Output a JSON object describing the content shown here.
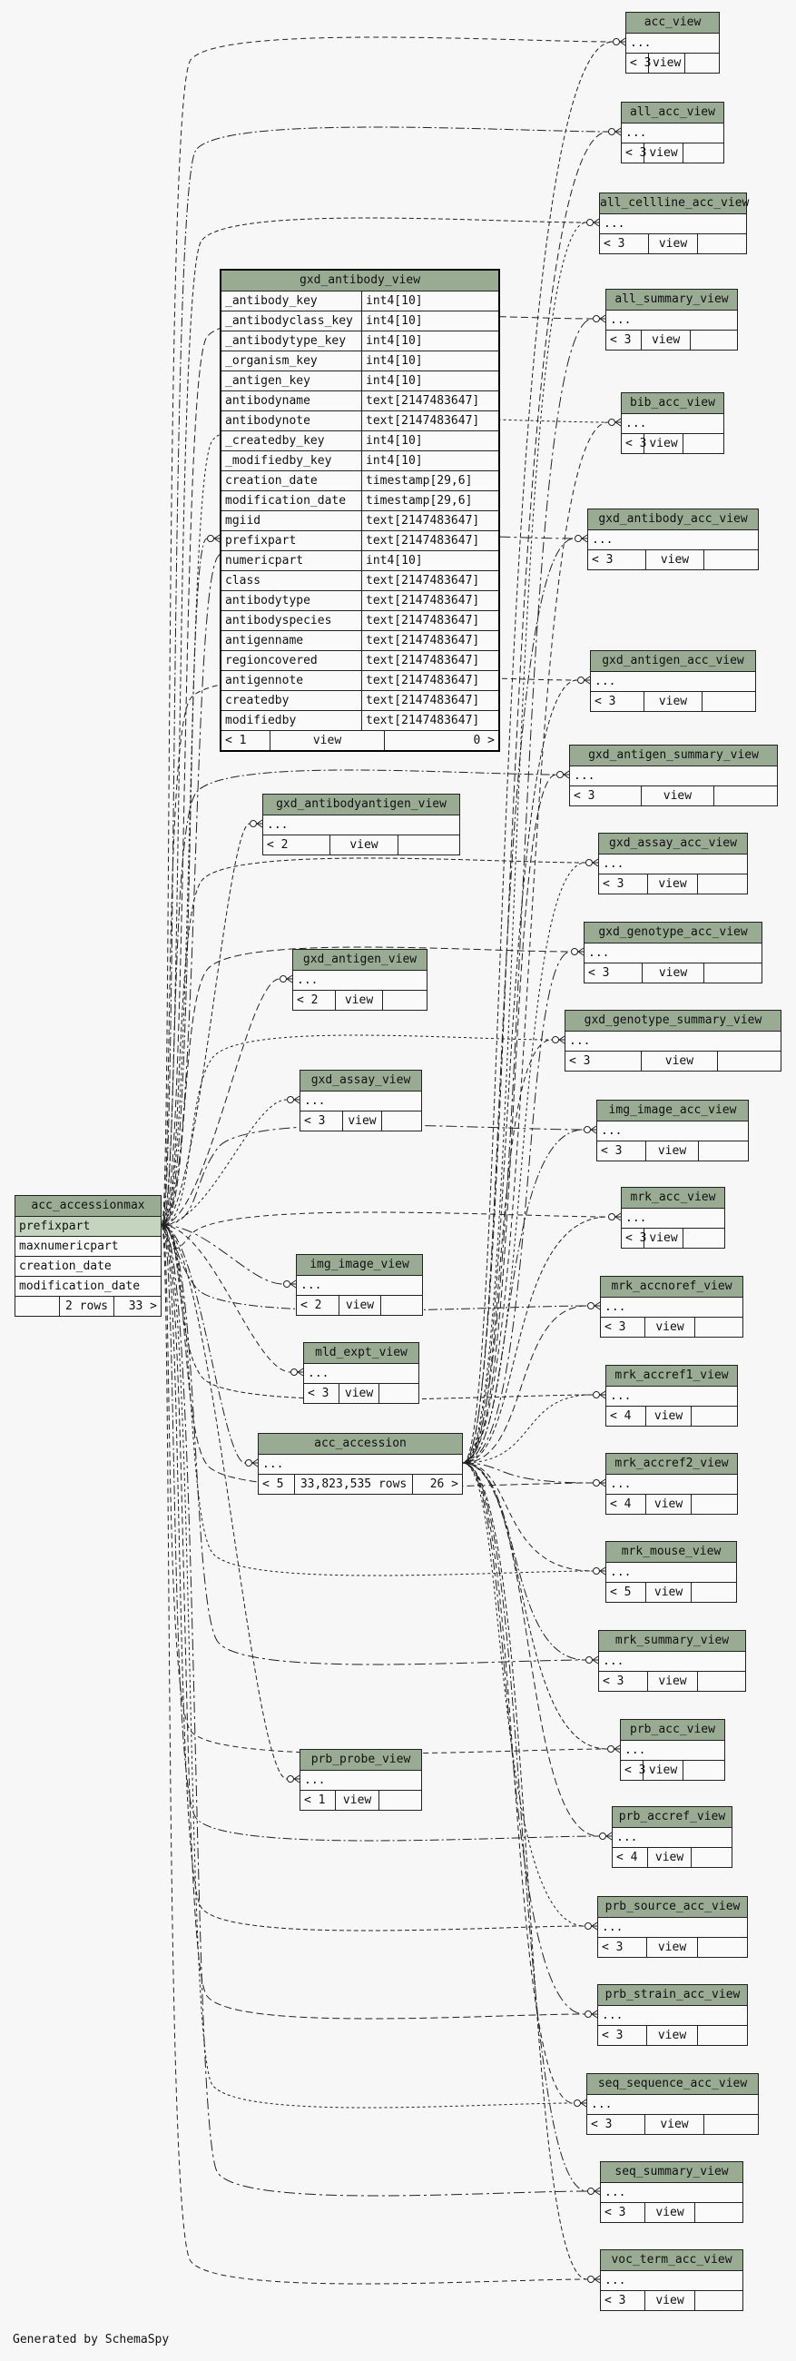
{
  "footer": "Generated by SchemaSpy",
  "colors": {
    "header": "#9aab94",
    "highlight": "#c5d4bf",
    "line": "#222222",
    "background": "#f7f7f7"
  },
  "tables": [
    {
      "id": "acc_view",
      "name": "acc_view",
      "rows": [
        "..."
      ],
      "footer": [
        "< 3",
        "view",
        ""
      ]
    },
    {
      "id": "all_acc_view",
      "name": "all_acc_view",
      "rows": [
        "..."
      ],
      "footer": [
        "< 3",
        "view",
        ""
      ]
    },
    {
      "id": "all_cellline_acc_view",
      "name": "all_cellline_acc_view",
      "rows": [
        "..."
      ],
      "footer": [
        "< 3",
        "view",
        ""
      ]
    },
    {
      "id": "all_summary_view",
      "name": "all_summary_view",
      "rows": [
        "..."
      ],
      "footer": [
        "< 3",
        "view",
        ""
      ]
    },
    {
      "id": "bib_acc_view",
      "name": "bib_acc_view",
      "rows": [
        "..."
      ],
      "footer": [
        "< 3",
        "view",
        ""
      ]
    },
    {
      "id": "gxd_antibody_acc_view",
      "name": "gxd_antibody_acc_view",
      "rows": [
        "..."
      ],
      "footer": [
        "< 3",
        "view",
        ""
      ]
    },
    {
      "id": "gxd_antigen_acc_view",
      "name": "gxd_antigen_acc_view",
      "rows": [
        "..."
      ],
      "footer": [
        "< 3",
        "view",
        ""
      ]
    },
    {
      "id": "gxd_antigen_summary_view",
      "name": "gxd_antigen_summary_view",
      "rows": [
        "..."
      ],
      "footer": [
        "< 3",
        "view",
        ""
      ]
    },
    {
      "id": "gxd_assay_acc_view",
      "name": "gxd_assay_acc_view",
      "rows": [
        "..."
      ],
      "footer": [
        "< 3",
        "view",
        ""
      ]
    },
    {
      "id": "gxd_genotype_acc_view",
      "name": "gxd_genotype_acc_view",
      "rows": [
        "..."
      ],
      "footer": [
        "< 3",
        "view",
        ""
      ]
    },
    {
      "id": "gxd_genotype_summary_view",
      "name": "gxd_genotype_summary_view",
      "rows": [
        "..."
      ],
      "footer": [
        "< 3",
        "view",
        ""
      ]
    },
    {
      "id": "img_image_acc_view",
      "name": "img_image_acc_view",
      "rows": [
        "..."
      ],
      "footer": [
        "< 3",
        "view",
        ""
      ]
    },
    {
      "id": "mrk_acc_view",
      "name": "mrk_acc_view",
      "rows": [
        "..."
      ],
      "footer": [
        "< 3",
        "view",
        ""
      ]
    },
    {
      "id": "mrk_accnoref_view",
      "name": "mrk_accnoref_view",
      "rows": [
        "..."
      ],
      "footer": [
        "< 3",
        "view",
        ""
      ]
    },
    {
      "id": "mrk_accref1_view",
      "name": "mrk_accref1_view",
      "rows": [
        "..."
      ],
      "footer": [
        "< 4",
        "view",
        ""
      ]
    },
    {
      "id": "mrk_accref2_view",
      "name": "mrk_accref2_view",
      "rows": [
        "..."
      ],
      "footer": [
        "< 4",
        "view",
        ""
      ]
    },
    {
      "id": "mrk_mouse_view",
      "name": "mrk_mouse_view",
      "rows": [
        "..."
      ],
      "footer": [
        "< 5",
        "view",
        ""
      ]
    },
    {
      "id": "mrk_summary_view",
      "name": "mrk_summary_view",
      "rows": [
        "..."
      ],
      "footer": [
        "< 3",
        "view",
        ""
      ]
    },
    {
      "id": "prb_acc_view",
      "name": "prb_acc_view",
      "rows": [
        "..."
      ],
      "footer": [
        "< 3",
        "view",
        ""
      ]
    },
    {
      "id": "prb_accref_view",
      "name": "prb_accref_view",
      "rows": [
        "..."
      ],
      "footer": [
        "< 4",
        "view",
        ""
      ]
    },
    {
      "id": "prb_source_acc_view",
      "name": "prb_source_acc_view",
      "rows": [
        "..."
      ],
      "footer": [
        "< 3",
        "view",
        ""
      ]
    },
    {
      "id": "prb_strain_acc_view",
      "name": "prb_strain_acc_view",
      "rows": [
        "..."
      ],
      "footer": [
        "< 3",
        "view",
        ""
      ]
    },
    {
      "id": "seq_sequence_acc_view",
      "name": "seq_sequence_acc_view",
      "rows": [
        "..."
      ],
      "footer": [
        "< 3",
        "view",
        ""
      ]
    },
    {
      "id": "seq_summary_view",
      "name": "seq_summary_view",
      "rows": [
        "..."
      ],
      "footer": [
        "< 3",
        "view",
        ""
      ]
    },
    {
      "id": "voc_term_acc_view",
      "name": "voc_term_acc_view",
      "rows": [
        "..."
      ],
      "footer": [
        "< 3",
        "view",
        ""
      ]
    },
    {
      "id": "gxd_antibody_view",
      "name": "gxd_antibody_view",
      "focus": true,
      "columns": [
        [
          "_antibody_key",
          "int4[10]"
        ],
        [
          "_antibodyclass_key",
          "int4[10]"
        ],
        [
          "_antibodytype_key",
          "int4[10]"
        ],
        [
          "_organism_key",
          "int4[10]"
        ],
        [
          "_antigen_key",
          "int4[10]"
        ],
        [
          "antibodyname",
          "text[2147483647]"
        ],
        [
          "antibodynote",
          "text[2147483647]"
        ],
        [
          "_createdby_key",
          "int4[10]"
        ],
        [
          "_modifiedby_key",
          "int4[10]"
        ],
        [
          "creation_date",
          "timestamp[29,6]"
        ],
        [
          "modification_date",
          "timestamp[29,6]"
        ],
        [
          "mgiid",
          "text[2147483647]"
        ],
        [
          "prefixpart",
          "text[2147483647]"
        ],
        [
          "numericpart",
          "int4[10]"
        ],
        [
          "class",
          "text[2147483647]"
        ],
        [
          "antibodytype",
          "text[2147483647]"
        ],
        [
          "antibodyspecies",
          "text[2147483647]"
        ],
        [
          "antigenname",
          "text[2147483647]"
        ],
        [
          "regioncovered",
          "text[2147483647]"
        ],
        [
          "antigennote",
          "text[2147483647]"
        ],
        [
          "createdby",
          "text[2147483647]"
        ],
        [
          "modifiedby",
          "text[2147483647]"
        ]
      ],
      "footer": [
        "< 1",
        "view",
        "0 >"
      ]
    },
    {
      "id": "gxd_antibodyantigen_view",
      "name": "gxd_antibodyantigen_view",
      "rows": [
        "..."
      ],
      "footer": [
        "< 2",
        "view",
        ""
      ]
    },
    {
      "id": "gxd_antigen_view",
      "name": "gxd_antigen_view",
      "rows": [
        "..."
      ],
      "footer": [
        "< 2",
        "view",
        ""
      ]
    },
    {
      "id": "gxd_assay_view",
      "name": "gxd_assay_view",
      "rows": [
        "..."
      ],
      "footer": [
        "< 3",
        "view",
        ""
      ]
    },
    {
      "id": "img_image_view",
      "name": "img_image_view",
      "rows": [
        "..."
      ],
      "footer": [
        "< 2",
        "view",
        ""
      ]
    },
    {
      "id": "mld_expt_view",
      "name": "mld_expt_view",
      "rows": [
        "..."
      ],
      "footer": [
        "< 3",
        "view",
        ""
      ]
    },
    {
      "id": "acc_accession",
      "name": "acc_accession",
      "rows": [
        "..."
      ],
      "footer": [
        "< 5",
        "33,823,535 rows",
        "26 >"
      ]
    },
    {
      "id": "prb_probe_view",
      "name": "prb_probe_view",
      "rows": [
        "..."
      ],
      "footer": [
        "< 1",
        "view",
        ""
      ]
    },
    {
      "id": "acc_accessionmax",
      "name": "acc_accessionmax",
      "columns": [
        [
          "prefixpart",
          ""
        ],
        [
          "maxnumericpart",
          ""
        ],
        [
          "creation_date",
          ""
        ],
        [
          "modification_date",
          ""
        ]
      ],
      "highlight_first": true,
      "footer": [
        "",
        "2 rows",
        "33 >"
      ]
    }
  ]
}
